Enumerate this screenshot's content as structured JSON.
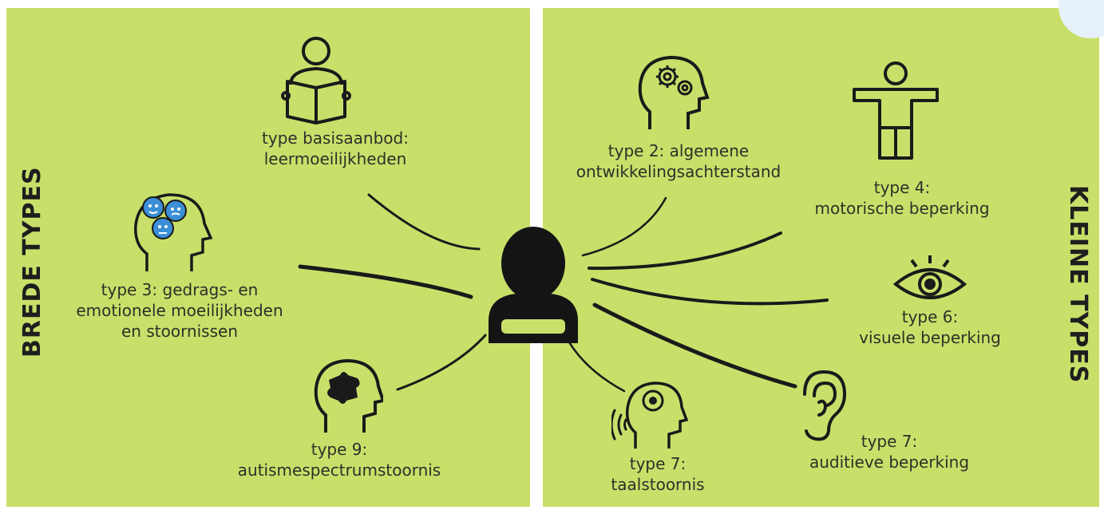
{
  "side_labels": {
    "left": "BREDE TYPES",
    "right": "KLEINE TYPES"
  },
  "labels": {
    "basisaanbod": [
      "type basisaanbod:",
      "leermoeilijkheden"
    ],
    "type3": [
      "type 3: gedrags- en",
      "emotionele moeilijkheden",
      "en stoornissen"
    ],
    "type9": [
      "type 9:",
      "autismespectrumstoornis"
    ],
    "type2": [
      "type 2: algemene",
      "ontwikkelingsachterstand"
    ],
    "type4": [
      "type 4:",
      "motorische beperking"
    ],
    "type6": [
      "type 6:",
      "visuele beperking"
    ],
    "type7_auditief": [
      "type 7:",
      "auditieve beperking"
    ],
    "type7_taal": [
      "type 7:",
      "taalstoornis"
    ]
  },
  "colors": {
    "panel": "#c8e06a",
    "ink": "#1a1a1a",
    "emoji": "#3b8fd6"
  },
  "icons": {
    "center": "person-silhouette-icon",
    "basisaanbod": "reading-person-icon",
    "type3": "emotion-head-icon",
    "type9": "puzzle-head-icon",
    "type2": "gears-head-icon",
    "type4": "standing-figure-icon",
    "type6": "eye-icon",
    "type7_auditief": "ear-icon",
    "type7_taal": "speech-head-icon"
  }
}
